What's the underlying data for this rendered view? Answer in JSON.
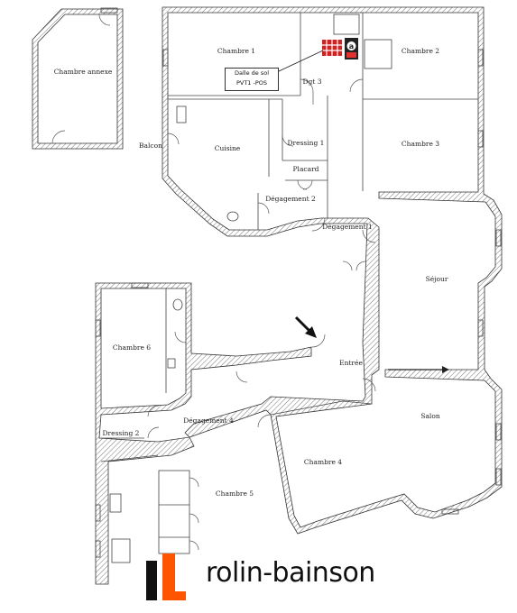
{
  "rooms": {
    "chambre_annexe": "Chambre annexe",
    "chambre_1": "Chambre 1",
    "chambre_2": "Chambre 2",
    "chambre_3": "Chambre 3",
    "chambre_4": "Chambre 4",
    "chambre_5": "Chambre 5",
    "chambre_6": "Chambre 6",
    "dgt_3": "Dgt 3",
    "balcon": "Balcon",
    "cuisine": "Cuisine",
    "dressing_1": "Dressing 1",
    "placard": "Placard",
    "degagement_2": "Dégagement 2",
    "degagement_1": "Dégagement 1",
    "sejour": "Séjour",
    "entree": "Entrée",
    "salon": "Salon",
    "dressing_2": "Dressing 2",
    "degagement_4": "Dégagement 4"
  },
  "annotation": {
    "line1": "Dalle de sol",
    "line2": "PVT1 -POS"
  },
  "logo": {
    "text": "rolin-bainson",
    "mark_color": "#ff5500",
    "dark_color": "#111111"
  }
}
